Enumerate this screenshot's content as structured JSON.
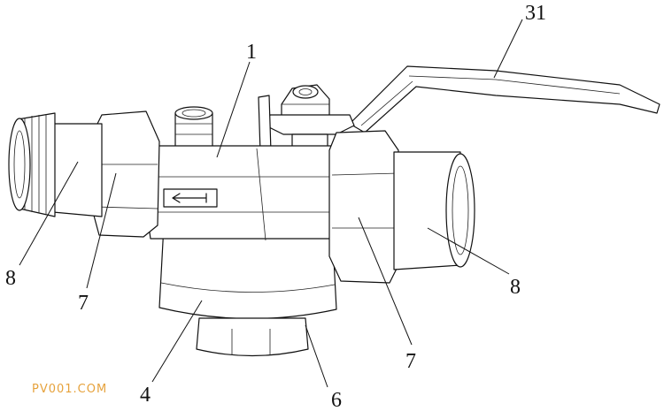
{
  "labels": {
    "l31": "31",
    "l1": "1",
    "l8_left": "8",
    "l7_left": "7",
    "l4": "4",
    "l6": "6",
    "l7_right": "7",
    "l8_right": "8"
  },
  "watermark": "PV001.COM",
  "colors": {
    "line": "#111111",
    "watermark": "#e6a23c"
  }
}
